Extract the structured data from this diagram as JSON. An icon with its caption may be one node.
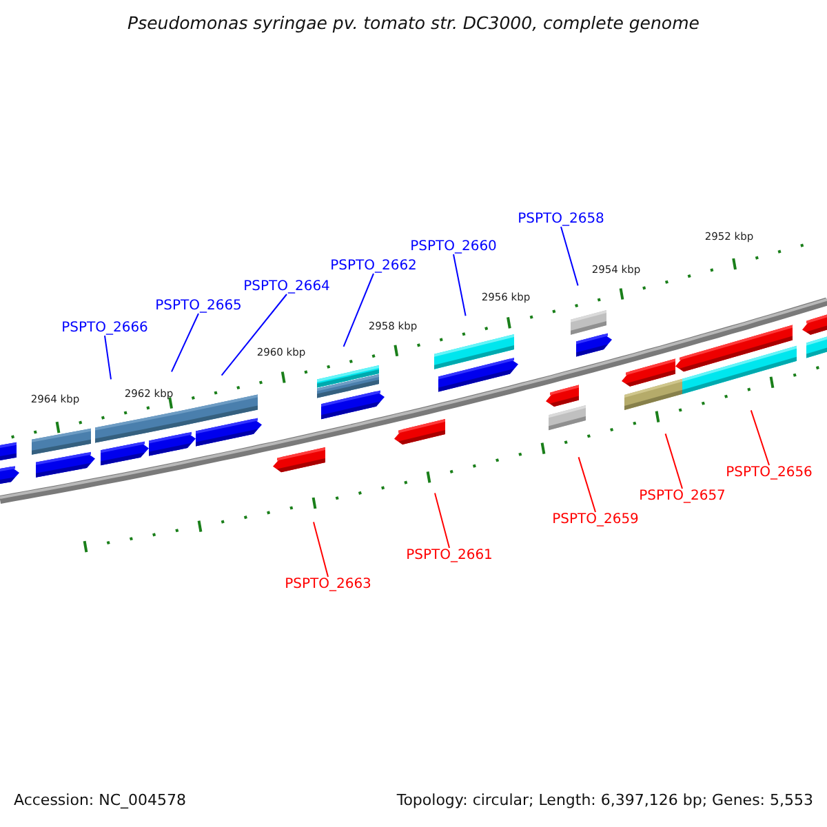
{
  "diagram": {
    "title": "Pseudomonas syringae pv. tomato str. DC3000, complete genome",
    "nodes": [
      {
        "text": [
          "PSPTO_2658"
        ]
      },
      {
        "text": [
          "PSPTO_2660"
        ]
      },
      {
        "text": [
          "PSPTO_2662"
        ]
      },
      {
        "text": [
          "PSPTO_2664"
        ]
      },
      {
        "text": [
          "PSPTO_2665"
        ]
      },
      {
        "text": [
          "PSPTO_2666"
        ]
      },
      {
        "text": [
          "PSPTO_2656"
        ]
      },
      {
        "text": [
          "PSPTO_2657"
        ]
      },
      {
        "text": [
          "PSPTO_2659"
        ]
      },
      {
        "text": [
          "PSPTO_2661"
        ]
      },
      {
        "text": [
          "PSPTO_2663"
        ]
      }
    ],
    "edges": [
      {
        "from": 0,
        "to": null,
        "arrow": "none"
      },
      {
        "from": 1,
        "to": null,
        "arrow": "none"
      },
      {
        "from": 2,
        "to": null,
        "arrow": "none"
      },
      {
        "from": 3,
        "to": null,
        "arrow": "none"
      },
      {
        "from": 4,
        "to": null,
        "arrow": "none"
      },
      {
        "from": 5,
        "to": null,
        "arrow": "none"
      },
      {
        "from": 6,
        "to": null,
        "arrow": "none",
        "color": "#ff0000"
      },
      {
        "from": 7,
        "to": null,
        "arrow": "none",
        "color": "#ff0000"
      },
      {
        "from": 8,
        "to": null,
        "arrow": "none",
        "color": "#ff0000"
      },
      {
        "from": 9,
        "to": null,
        "arrow": "none",
        "color": "#ff0000"
      },
      {
        "from": 10,
        "to": null,
        "arrow": "none",
        "color": "#ff0000"
      }
    ],
    "labels": [
      "2952 kbp",
      "2954 kbp",
      "2956 kbp",
      "2958 kbp",
      "2960 kbp",
      "2962 kbp",
      "2964 kbp",
      "Accession: NC_004578",
      "Topology: circular; Length: 6,397,126 bp; Genes: 5,553"
    ]
  }
}
